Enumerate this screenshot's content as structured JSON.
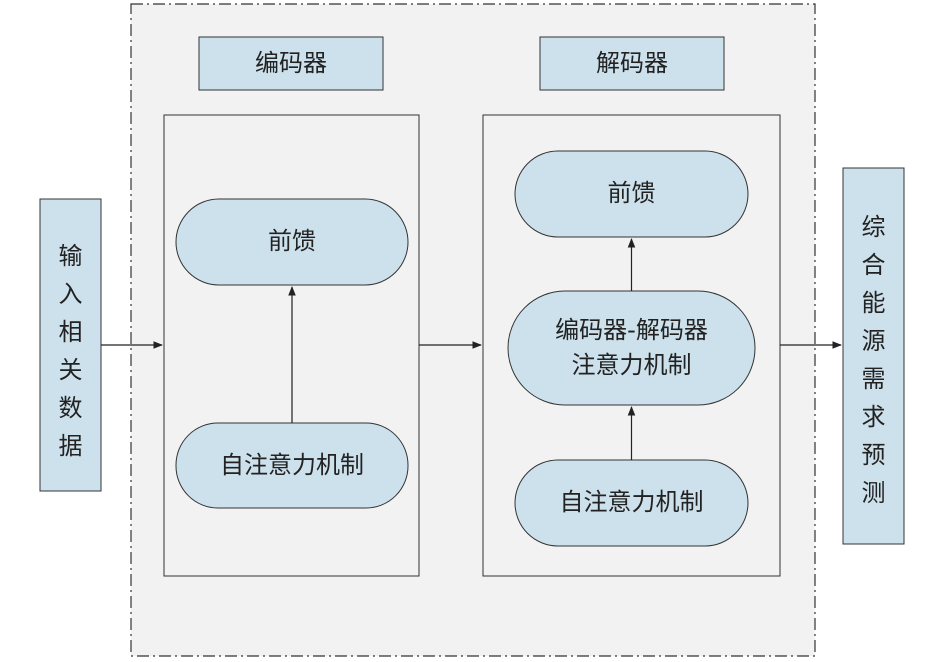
{
  "colors": {
    "box_fill": "#cde1ec",
    "box_stroke": "#333333",
    "outer_fill": "#f2f2f2",
    "outer_stroke": "#333333",
    "arrow": "#222222"
  },
  "input": {
    "chars": [
      "输",
      "入",
      "相",
      "关",
      "数",
      "据"
    ]
  },
  "output": {
    "chars": [
      "综",
      "合",
      "能",
      "源",
      "需",
      "求",
      "预",
      "测"
    ]
  },
  "encoder": {
    "title": "编码器",
    "feedforward": "前馈",
    "self_attention": "自注意力机制"
  },
  "decoder": {
    "title": "解码器",
    "feedforward": "前馈",
    "cross_attention_line1": "编码器-解码器",
    "cross_attention_line2": "注意力机制",
    "self_attention": "自注意力机制"
  }
}
